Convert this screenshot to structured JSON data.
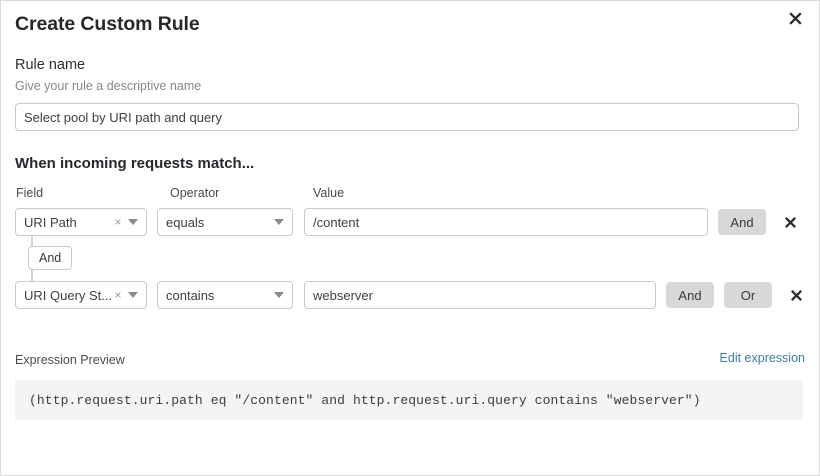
{
  "dialog": {
    "title": "Create Custom Rule",
    "close_label": "close-icon"
  },
  "rule_name": {
    "label": "Rule name",
    "sublabel": "Give your rule a descriptive name",
    "value": "Select pool by URI path and query",
    "placeholder": "Select pool by URI path and query"
  },
  "match_section": {
    "title": "When incoming requests match...",
    "columns": {
      "field": "Field",
      "operator": "Operator",
      "value": "Value"
    },
    "connector": {
      "label": "And"
    },
    "rows": [
      {
        "field": "URI Path",
        "clear": "×",
        "operator": "equals",
        "value": "/content",
        "value_placeholder": "/content",
        "buttons": [
          "And"
        ],
        "delete": "✕"
      },
      {
        "field": "URI Query St...",
        "clear": "×",
        "operator": "contains",
        "value": "webserver",
        "value_placeholder": "webserver",
        "buttons": [
          "And",
          "Or"
        ],
        "delete": "✕"
      }
    ]
  },
  "expression_preview": {
    "label": "Expression Preview",
    "edit_link": "Edit expression",
    "expression": "(http.request.uri.path eq \"/content\" and http.request.uri.query contains \"webserver\")"
  },
  "colors": {
    "link": "#3c7f9e",
    "button_bg": "#d8d8d8",
    "code_bg": "#f4f4f4",
    "border": "#c8c8c8"
  }
}
